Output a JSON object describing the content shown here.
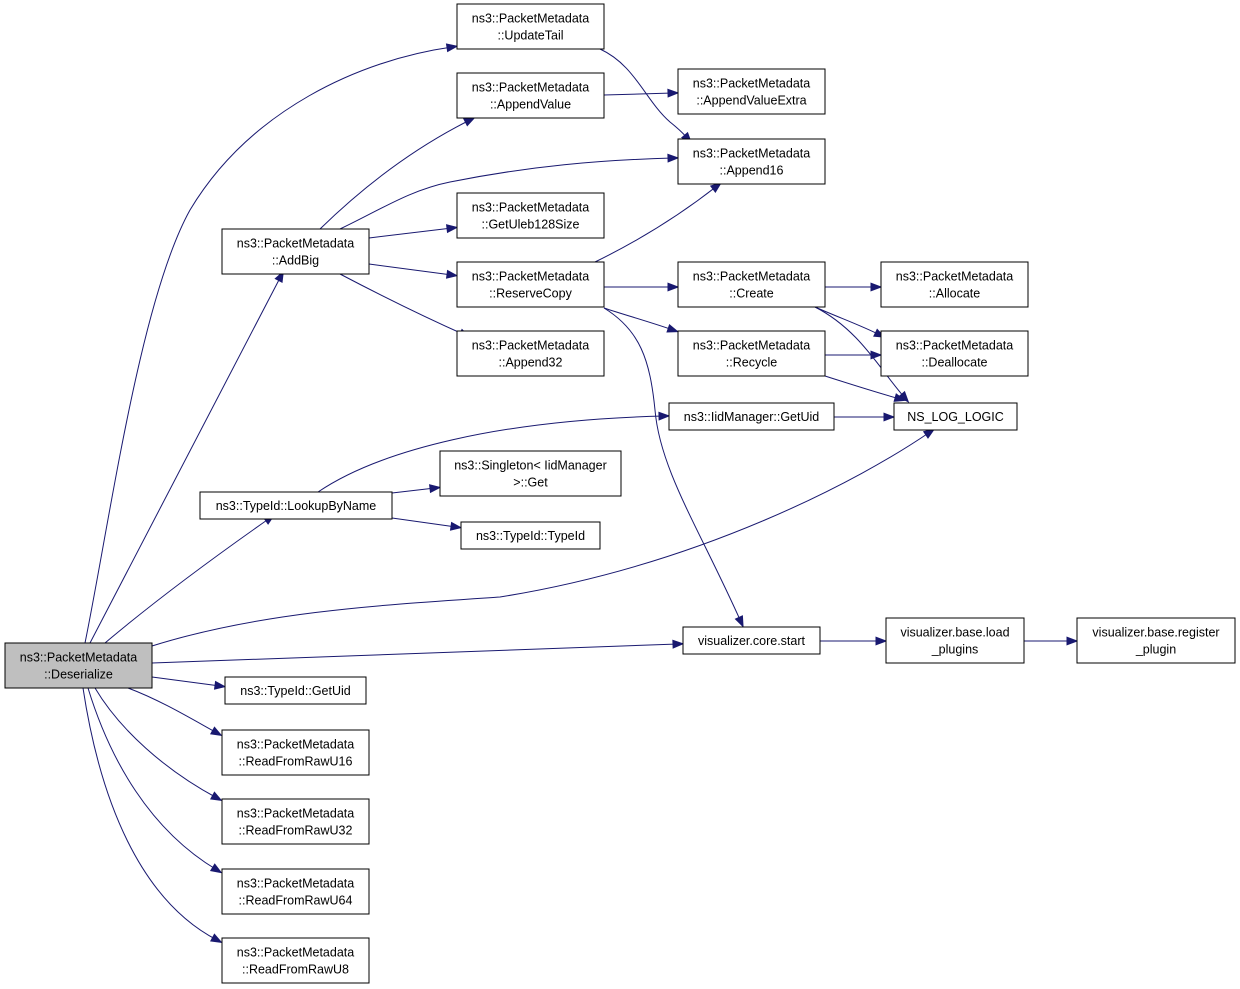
{
  "diagram": {
    "type": "call-graph",
    "nodes": [
      {
        "id": "deserialize",
        "lines": [
          "ns3::PacketMetadata",
          "::Deserialize"
        ],
        "highlighted": true
      },
      {
        "id": "update_tail",
        "lines": [
          "ns3::PacketMetadata",
          "::UpdateTail"
        ]
      },
      {
        "id": "append_value",
        "lines": [
          "ns3::PacketMetadata",
          "::AppendValue"
        ]
      },
      {
        "id": "append_value_extra",
        "lines": [
          "ns3::PacketMetadata",
          "::AppendValueExtra"
        ]
      },
      {
        "id": "append16",
        "lines": [
          "ns3::PacketMetadata",
          "::Append16"
        ]
      },
      {
        "id": "get_uleb128_size",
        "lines": [
          "ns3::PacketMetadata",
          "::GetUleb128Size"
        ]
      },
      {
        "id": "add_big",
        "lines": [
          "ns3::PacketMetadata",
          "::AddBig"
        ]
      },
      {
        "id": "reserve_copy",
        "lines": [
          "ns3::PacketMetadata",
          "::ReserveCopy"
        ]
      },
      {
        "id": "create",
        "lines": [
          "ns3::PacketMetadata",
          "::Create"
        ]
      },
      {
        "id": "allocate",
        "lines": [
          "ns3::PacketMetadata",
          "::Allocate"
        ]
      },
      {
        "id": "append32",
        "lines": [
          "ns3::PacketMetadata",
          "::Append32"
        ]
      },
      {
        "id": "recycle",
        "lines": [
          "ns3::PacketMetadata",
          "::Recycle"
        ]
      },
      {
        "id": "deallocate",
        "lines": [
          "ns3::PacketMetadata",
          "::Deallocate"
        ]
      },
      {
        "id": "iid_get_uid",
        "lines": [
          "ns3::IidManager::GetUid"
        ]
      },
      {
        "id": "ns_log_logic",
        "lines": [
          "NS_LOG_LOGIC"
        ]
      },
      {
        "id": "singleton_get",
        "lines": [
          "ns3::Singleton< IidManager",
          ">::Get"
        ]
      },
      {
        "id": "lookup_by_name",
        "lines": [
          "ns3::TypeId::LookupByName"
        ]
      },
      {
        "id": "typeid_typeid",
        "lines": [
          "ns3::TypeId::TypeId"
        ]
      },
      {
        "id": "visualizer_start",
        "lines": [
          "visualizer.core.start"
        ]
      },
      {
        "id": "load_plugins",
        "lines": [
          "visualizer.base.load",
          "_plugins"
        ]
      },
      {
        "id": "register_plugin",
        "lines": [
          "visualizer.base.register",
          "_plugin"
        ]
      },
      {
        "id": "typeid_get_uid",
        "lines": [
          "ns3::TypeId::GetUid"
        ]
      },
      {
        "id": "read_u16",
        "lines": [
          "ns3::PacketMetadata",
          "::ReadFromRawU16"
        ]
      },
      {
        "id": "read_u32",
        "lines": [
          "ns3::PacketMetadata",
          "::ReadFromRawU32"
        ]
      },
      {
        "id": "read_u64",
        "lines": [
          "ns3::PacketMetadata",
          "::ReadFromRawU64"
        ]
      },
      {
        "id": "read_u8",
        "lines": [
          "ns3::PacketMetadata",
          "::ReadFromRawU8"
        ]
      }
    ],
    "edges": [
      {
        "from": "deserialize",
        "to": "update_tail"
      },
      {
        "from": "deserialize",
        "to": "add_big"
      },
      {
        "from": "deserialize",
        "to": "lookup_by_name"
      },
      {
        "from": "deserialize",
        "to": "ns_log_logic"
      },
      {
        "from": "deserialize",
        "to": "visualizer_start"
      },
      {
        "from": "deserialize",
        "to": "typeid_get_uid"
      },
      {
        "from": "deserialize",
        "to": "read_u16"
      },
      {
        "from": "deserialize",
        "to": "read_u32"
      },
      {
        "from": "deserialize",
        "to": "read_u64"
      },
      {
        "from": "deserialize",
        "to": "read_u8"
      },
      {
        "from": "update_tail",
        "to": "append16"
      },
      {
        "from": "append_value",
        "to": "append_value_extra"
      },
      {
        "from": "add_big",
        "to": "append_value"
      },
      {
        "from": "add_big",
        "to": "append16"
      },
      {
        "from": "add_big",
        "to": "get_uleb128_size"
      },
      {
        "from": "add_big",
        "to": "reserve_copy"
      },
      {
        "from": "add_big",
        "to": "append32"
      },
      {
        "from": "reserve_copy",
        "to": "append16"
      },
      {
        "from": "reserve_copy",
        "to": "create"
      },
      {
        "from": "reserve_copy",
        "to": "recycle"
      },
      {
        "from": "reserve_copy",
        "to": "visualizer_start"
      },
      {
        "from": "create",
        "to": "allocate"
      },
      {
        "from": "create",
        "to": "deallocate"
      },
      {
        "from": "create",
        "to": "ns_log_logic"
      },
      {
        "from": "recycle",
        "to": "deallocate"
      },
      {
        "from": "recycle",
        "to": "ns_log_logic"
      },
      {
        "from": "lookup_by_name",
        "to": "iid_get_uid"
      },
      {
        "from": "lookup_by_name",
        "to": "singleton_get"
      },
      {
        "from": "lookup_by_name",
        "to": "typeid_typeid"
      },
      {
        "from": "iid_get_uid",
        "to": "ns_log_logic"
      },
      {
        "from": "visualizer_start",
        "to": "load_plugins"
      },
      {
        "from": "load_plugins",
        "to": "register_plugin"
      }
    ]
  }
}
